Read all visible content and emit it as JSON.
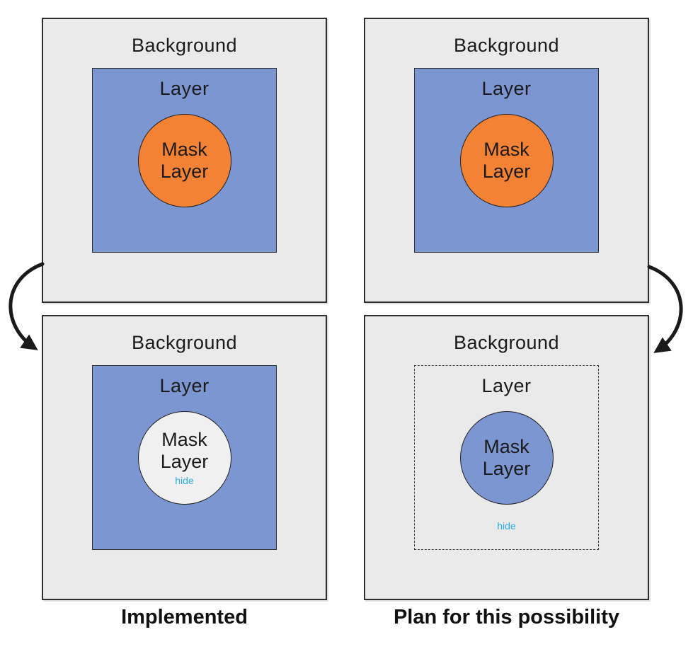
{
  "colors": {
    "panel_bg": "#eaeaea",
    "layer_blue": "#7c96d1",
    "mask_orange": "#f48235",
    "hidden_circle": "#f0f0f0",
    "hide_text": "#29abe2",
    "outline": "#2e2e2e",
    "arrow": "#1a1a1a"
  },
  "panels": {
    "top_left": {
      "background_label": "Background",
      "layer_label": "Layer",
      "mask_label_line1": "Mask",
      "mask_label_line2": "Layer"
    },
    "top_right": {
      "background_label": "Background",
      "layer_label": "Layer",
      "mask_label_line1": "Mask",
      "mask_label_line2": "Layer"
    },
    "bottom_left": {
      "background_label": "Background",
      "layer_label": "Layer",
      "mask_label_line1": "Mask",
      "mask_label_line2": "Layer",
      "hide_label": "hide"
    },
    "bottom_right": {
      "background_label": "Background",
      "layer_label": "Layer",
      "mask_label_line1": "Mask",
      "mask_label_line2": "Layer",
      "hide_label": "hide"
    }
  },
  "captions": {
    "left": "Implemented",
    "right": "Plan for this possibility"
  }
}
